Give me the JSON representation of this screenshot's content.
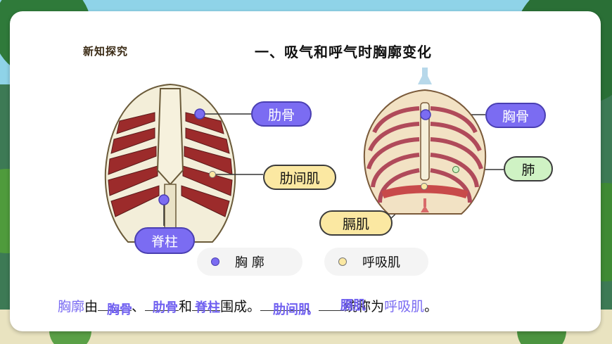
{
  "header": {
    "section_label": "新知探究",
    "title": "一、吸气和呼气时胸廓变化"
  },
  "left_diagram_labels": {
    "rib": "肋骨",
    "intercostal": "肋间肌",
    "spine": "脊柱"
  },
  "right_diagram_labels": {
    "sternum": "胸骨",
    "lung": "肺",
    "diaphragm": "膈肌"
  },
  "legend": [
    {
      "label": "胸  廓",
      "color": "#7b6cf2"
    },
    {
      "label": "呼吸肌",
      "color": "#fbe8a2"
    }
  ],
  "sentence": {
    "p1": "胸廓",
    "p2": "由",
    "p3": "、",
    "p4": "和",
    "p5": "围成。",
    "p6": "、",
    "p7": "统称为",
    "p8": "呼吸肌",
    "p9": "。"
  },
  "answers": {
    "a1": "胸骨",
    "a2": "肋骨",
    "a3": "脊柱",
    "a4": "肋间肌",
    "a5": "膈肌"
  },
  "colors": {
    "accent_purple": "#7b6cf2",
    "muscle_yellow": "#fbe8a2",
    "lung_green": "#cff2c4",
    "muscle_red": "#9c2b2b"
  }
}
